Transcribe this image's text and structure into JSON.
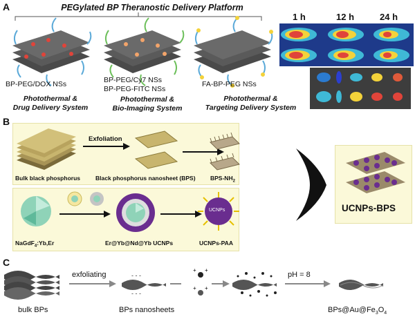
{
  "panel_a": {
    "label": "A",
    "title": "PEGylated BP Theranostic Delivery Platform",
    "items": [
      {
        "name": "BP-PEG/DOX NSs",
        "desc_line1": "Photothermal &",
        "desc_line2": "Drug Delivery System"
      },
      {
        "name_line1": "BP-PEG/Cy7 NSs",
        "name_line2": "BP-PEG-FITC NSs",
        "desc_line1": "Photothermal &",
        "desc_line2": "Bio-Imaging System"
      },
      {
        "name": "FA-BP-PEG NSs",
        "desc_line1": "Photothermal &",
        "desc_line2": "Targeting Delivery System"
      }
    ],
    "time_labels": [
      "1 h",
      "12 h",
      "24 h"
    ]
  },
  "panel_b": {
    "label": "B",
    "step_label": "Exfoliation",
    "bulk": "Bulk black phosphorus",
    "nanosheet": "Black phosphorus nanosheet (BPS)",
    "bps_nh2": "BPS-NH",
    "bps_nh2_sub": "2",
    "core_pre": "NaGdF",
    "core_sub": "4",
    "core_post": ":Yb,Er",
    "shell": "Er@Yb@Nd@Yb UCNPs",
    "paa": "UCNPs-PAA",
    "ucnp_text": "UCNPs",
    "product": "UCNPs-BPS"
  },
  "panel_c": {
    "label": "C",
    "step1": "exfoliating",
    "ph": "pH = 8",
    "bulk": "bulk BPs",
    "nanosheets": "BPs nanosheets",
    "product_pre": "BPs@Au@Fe",
    "product_sub1": "3",
    "product_mid": "O",
    "product_sub2": "4"
  },
  "colors": {
    "panel_b_bg": "#fbf9d9",
    "sheet_dark": "#3a3a3a",
    "peg": "#5aa9d8",
    "dox": "#e0443a",
    "ucnp_purple": "#6a2d8f",
    "ucnp_green": "#8fd3b8"
  }
}
